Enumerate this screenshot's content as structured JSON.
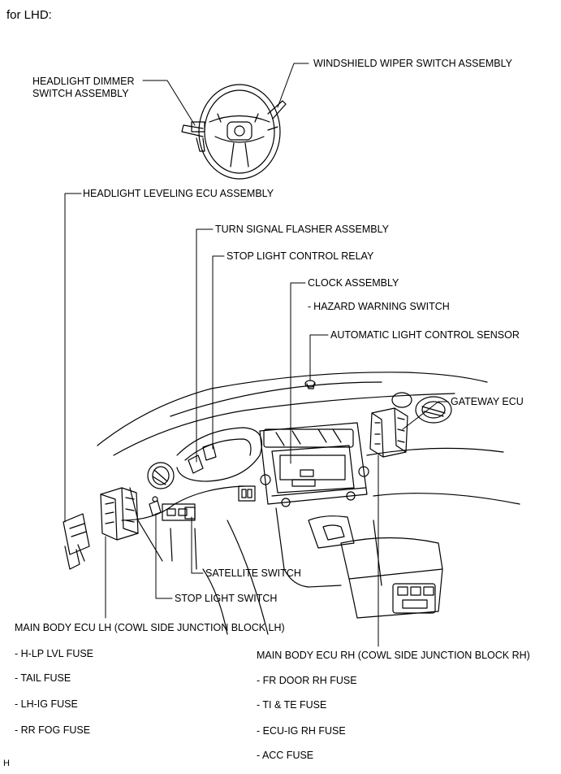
{
  "heading": "for LHD:",
  "labels": {
    "headlight_dimmer_1": "HEADLIGHT DIMMER",
    "headlight_dimmer_2": "SWITCH ASSEMBLY",
    "wiper_switch": "WINDSHIELD WIPER SWITCH ASSEMBLY",
    "leveling_ecu": "HEADLIGHT LEVELING ECU ASSEMBLY",
    "turn_flasher": "TURN SIGNAL FLASHER ASSEMBLY",
    "stop_relay": "STOP LIGHT CONTROL RELAY",
    "clock": "CLOCK ASSEMBLY",
    "hazard": "HAZARD WARNING SWITCH",
    "auto_light_sensor": "AUTOMATIC LIGHT CONTROL SENSOR",
    "gateway_ecu": "GATEWAY ECU",
    "satellite_switch": "SATELLITE SWITCH",
    "stop_light_switch": "STOP LIGHT SWITCH",
    "main_body_lh": "MAIN BODY ECU LH (COWL SIDE JUNCTION BLOCK LH)",
    "main_body_rh": "MAIN BODY ECU RH (COWL SIDE JUNCTION BLOCK RH)"
  },
  "lh_fuses": [
    "- H-LP LVL FUSE",
    "- TAIL FUSE",
    "- LH-IG FUSE",
    "- RR FOG FUSE"
  ],
  "rh_fuses": [
    "- FR DOOR RH FUSE",
    "- TI & TE FUSE",
    "- ECU-IG RH FUSE",
    "- ACC FUSE"
  ],
  "corner_mark": "H",
  "hazard_dash": "-"
}
